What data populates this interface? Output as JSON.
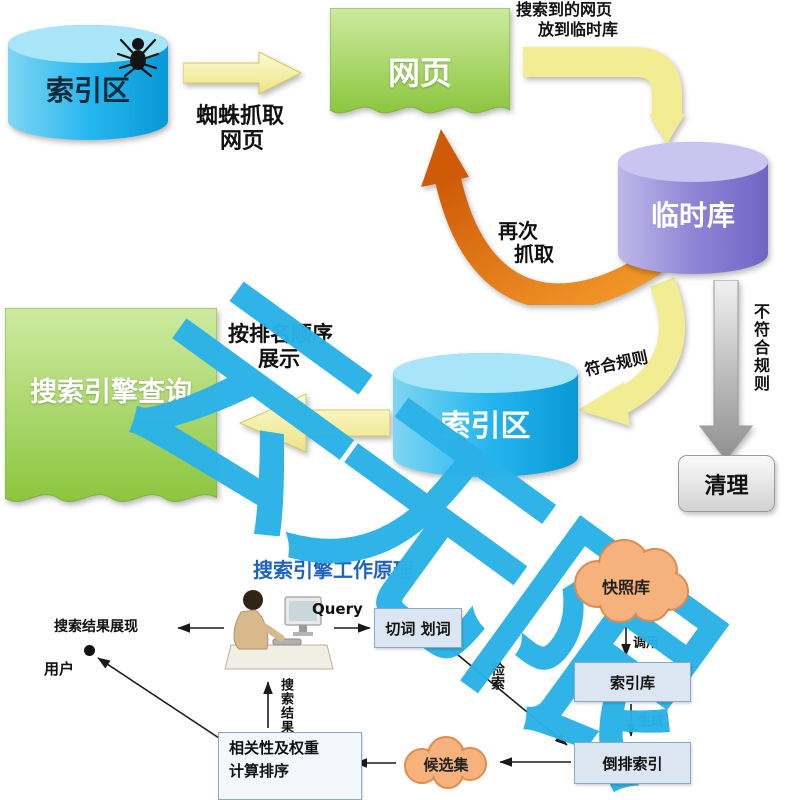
{
  "watermark": {
    "text": "云无限",
    "color": "#2ab2e8"
  },
  "colors": {
    "cylinder_blue": "#1ab0ea",
    "cylinder_purple": "#8f85d6",
    "doc_green": "#92c83e",
    "arrow_yellow": "#f2ec92",
    "arrow_orange": "#e8820c",
    "arrow_gray": "#9a9a9a",
    "cloud_salmon": "#f6b27c",
    "box_blue_bg": "#dce6f2",
    "box_blue_border": "#8aa8c8",
    "bottom_title_blue": "#1f63c0"
  },
  "top_flow": {
    "source_db": "索引区",
    "crawl_note": {
      "line1": "蜘蛛抓取",
      "line2": "网页"
    },
    "webpage": "网页",
    "store_note": {
      "line1": "搜索到的网页",
      "line2": "放到临时库"
    },
    "temp_db": "临时库",
    "recrawl_note": {
      "line1": "再次",
      "line2": "抓取"
    },
    "rule_match": "符合规则",
    "rule_not_match": "不符合规则",
    "clean": "清理",
    "index_db": "索引区",
    "rank_note": {
      "line1": "按排名顺序",
      "line2": "展示"
    },
    "query_doc": "搜索引擎查询"
  },
  "bottom_flow": {
    "title": "搜索引擎工作原理",
    "snapshot": "快照库",
    "query": "Query",
    "segment": "切词 划词",
    "index_lib": "索引库",
    "inverted_index": "倒排索引",
    "candidate": "候选集",
    "ranking": {
      "line1": "相关性及权重",
      "line2": "计算排序"
    },
    "result_display": "搜索结果展现",
    "user": "用户",
    "search_result": "搜索结果",
    "retrieve": "检索",
    "call": "调用",
    "generate": "生成"
  }
}
